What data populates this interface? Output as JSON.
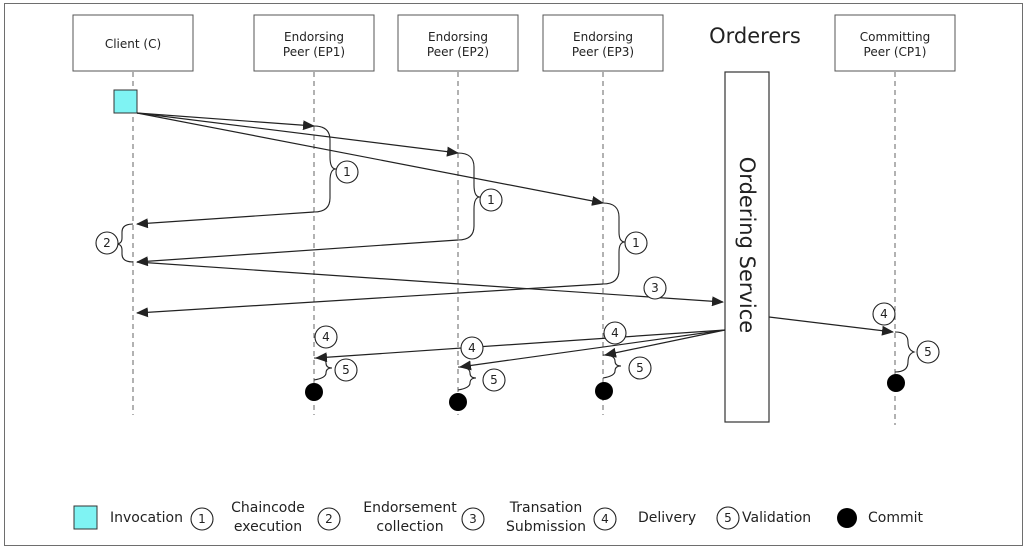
{
  "participants": {
    "client": "Client (C)",
    "ep1": [
      "Endorsing",
      "Peer (EP1)"
    ],
    "ep2": [
      "Endorsing",
      "Peer (EP2)"
    ],
    "ep3": [
      "Endorsing",
      "Peer (EP3)"
    ],
    "orderers": "Orderers",
    "cp1": [
      "Committing",
      "Peer (CP1)"
    ]
  },
  "ordering_service": "Ordering Service",
  "step_markers": {
    "s1": "1",
    "s2": "2",
    "s3": "3",
    "s4": "4",
    "s5": "5"
  },
  "legend": {
    "invocation": "Invocation",
    "chaincode": [
      "Chaincode",
      "execution"
    ],
    "endorsement": [
      "Endorsement",
      "collection"
    ],
    "submission": [
      "Transation",
      "Submission"
    ],
    "delivery": "Delivery",
    "validation": "Validation",
    "commit": "Commit"
  },
  "colors": {
    "invocation_square": "#7ff3f3",
    "line": "#222222",
    "commit_dot": "#000000"
  }
}
